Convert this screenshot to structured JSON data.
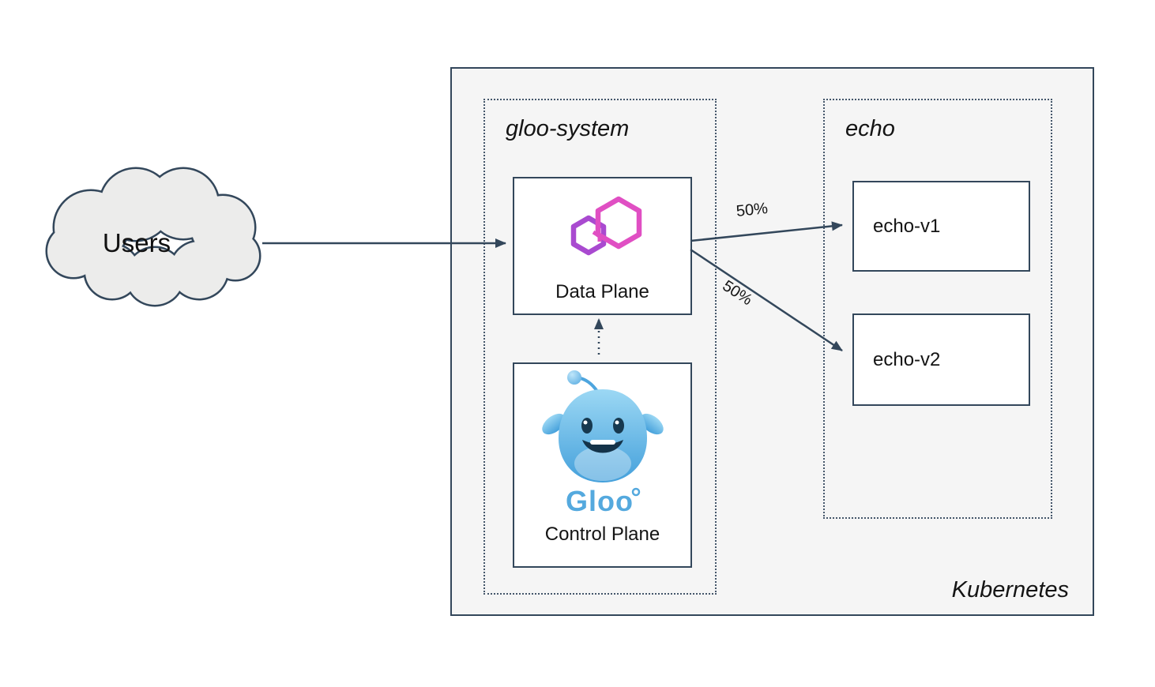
{
  "colors": {
    "stroke": "#33475b",
    "panel_bg": "#f5f5f5",
    "node_bg": "#ffffff",
    "gloo_pink": "#e04fc3",
    "gloo_purple": "#a94ad0",
    "gloo_blue": "#54a9de"
  },
  "users": {
    "label": "Users"
  },
  "kubernetes": {
    "label": "Kubernetes"
  },
  "gloo_system": {
    "label": "gloo-system",
    "data_plane": {
      "label": "Data Plane"
    },
    "control_plane": {
      "label": "Control Plane",
      "wordmark": "Gloo"
    }
  },
  "echo": {
    "label": "echo",
    "services": [
      {
        "label": "echo-v1"
      },
      {
        "label": "echo-v2"
      }
    ]
  },
  "traffic": {
    "to_v1": "50%",
    "to_v2": "50%"
  }
}
